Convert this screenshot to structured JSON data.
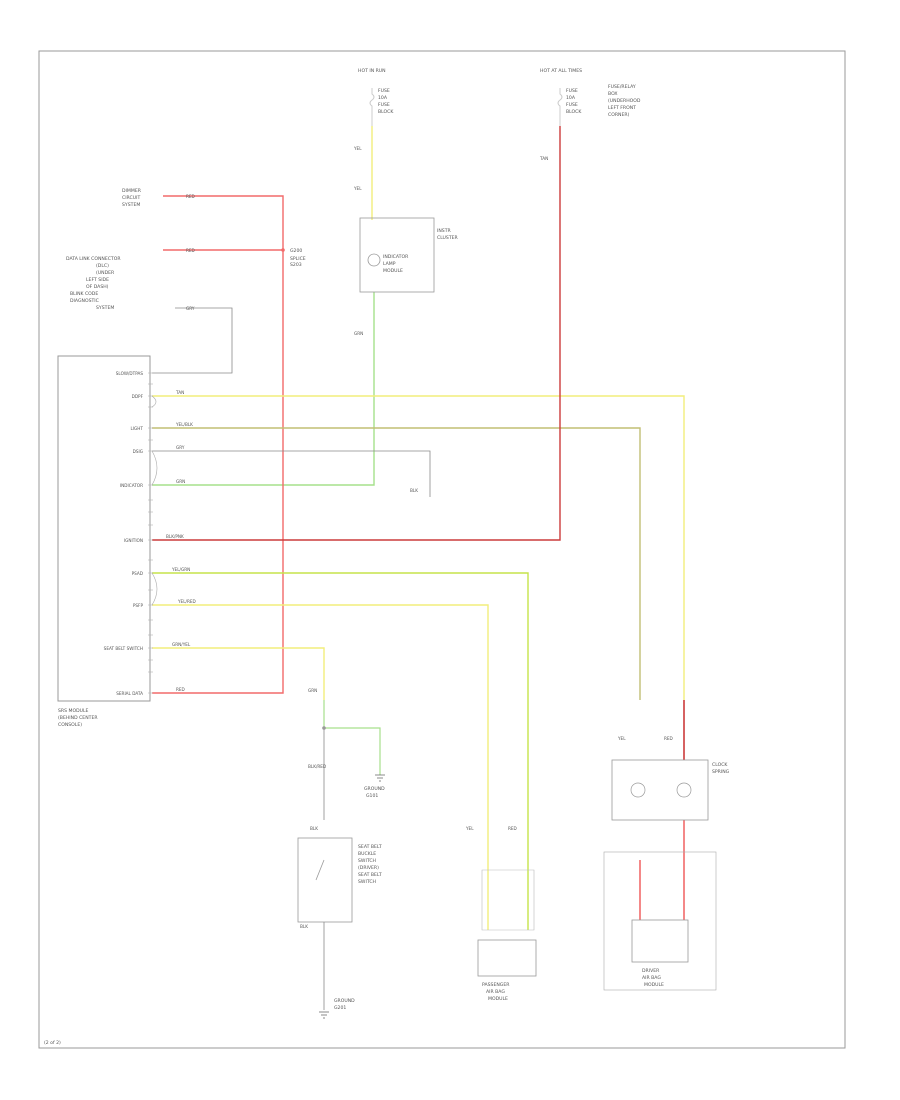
{
  "diagram": {
    "wire_colors": {
      "red": "#f26a6a",
      "yellow": "#f2ee7c",
      "green": "#a6e08c",
      "gray": "#8a8a8a",
      "olive": "#c2bf74",
      "dark_red": "#cc3b3b",
      "black": "#444444"
    },
    "labels": {
      "hot_top_a": "HOT IN RUN",
      "hot_top_b": "HOT AT ALL TIMES",
      "fuse_a": [
        "FUSE",
        "10A",
        "FUSE",
        "BLOCK"
      ],
      "fuse_b": [
        "FUSE",
        "10A",
        "FUSE",
        "BLOCK"
      ],
      "fuse_b_side": [
        "FUSE/RELAY",
        "BOX",
        "(UNDERHOOD",
        "LEFT FRONT",
        "CORNER)"
      ],
      "dimmer": [
        "DIMMER",
        "CIRCUIT",
        "SYSTEM"
      ],
      "data_link": [
        "DATA LINK CONNECTOR",
        "(DLC)",
        "(UNDER",
        "LEFT SIDE",
        "OF DASH)",
        "BLINK CODE",
        "DIAGNOSTIC",
        "SYSTEM"
      ],
      "g_ground": "G200",
      "splice_s": [
        "SPLICE",
        "S203"
      ],
      "cluster_conn": [
        "INSTR",
        "CLUSTER"
      ],
      "ind_lamp": [
        "INDICATOR",
        "LAMP",
        "MODULE"
      ],
      "module_name": [
        "SRS MODULE",
        "(BEHIND CENTER",
        "CONSOLE)"
      ],
      "gnd_label": [
        "GROUND",
        "G101"
      ],
      "buckle_sw": [
        "SEAT BELT",
        "BUCKLE",
        "SWITCH",
        "(DRIVER)",
        "SEAT BELT",
        "SWITCH"
      ],
      "pass_gnd": [
        "GROUND",
        "G201"
      ],
      "passenger_bag": [
        "PASSENGER",
        "AIR BAG",
        "MODULE"
      ],
      "clock_spring": [
        "CLOCK",
        "SPRING"
      ],
      "driver_bag": [
        "DRIVER",
        "AIR BAG",
        "MODULE"
      ],
      "page_ref": "(2 of 2)"
    },
    "pins": [
      "SLOW/DTPAS",
      "DDPF",
      "LIGHT",
      "DSIG",
      "INDICATOR",
      "IGNITION",
      "PSAD",
      "PSFP",
      "SEAT BELT SWITCH",
      "SERIAL DATA"
    ],
    "wires": {
      "red_top": "RED",
      "red_dlc": "RED",
      "gry_dlc": "GRY",
      "tan_a": "TAN",
      "yel_blk": "YEL/BLK",
      "gry_b": "GRY",
      "grn_a": "GRN",
      "blk_pnk": "BLK/PNK",
      "yel_grn": "YEL/GRN",
      "yel_red": "YEL/RED",
      "grn_yel": "GRN/YEL",
      "red_b": "RED",
      "yel_1": "YEL",
      "yel_2": "YEL",
      "grn_1": "GRN",
      "blk_1": "BLK",
      "blk_2": "BLK",
      "blk_3": "BLK",
      "grn_2": "GRN",
      "blk_red": "BLK/RED",
      "tan_b": "TAN",
      "yel_p": "YEL",
      "red_p": "RED",
      "yel_d": "YEL",
      "red_d": "RED"
    }
  }
}
